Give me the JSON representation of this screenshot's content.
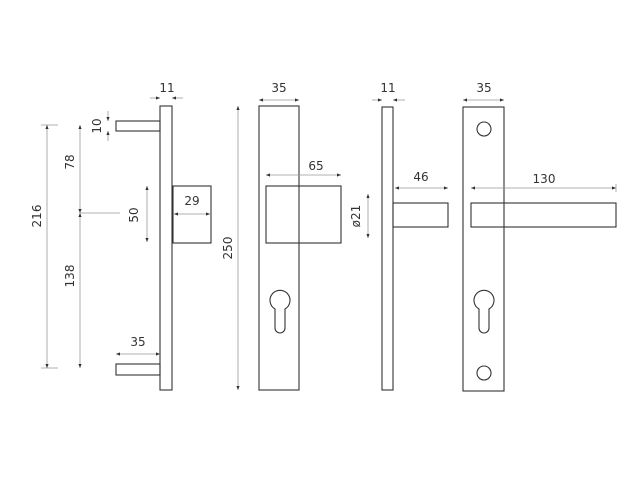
{
  "dimensions": {
    "side_rose": {
      "plate_thickness": "11",
      "rose_thickness": "10",
      "total_spacing": "216",
      "upper_spacing": "78",
      "lower_spacing": "138",
      "knob_diameter": "50",
      "knob_projection": "29",
      "lower_rose_projection": "35"
    },
    "front_knob": {
      "plate_width": "35",
      "plate_height": "250",
      "knob_width": "65"
    },
    "side_lever": {
      "plate_thickness": "11",
      "lever_projection": "46",
      "lever_diameter": "ø21"
    },
    "front_lever": {
      "plate_width": "35",
      "lever_length": "130"
    }
  },
  "colors": {
    "line": "#333333",
    "dim": "#999999"
  }
}
